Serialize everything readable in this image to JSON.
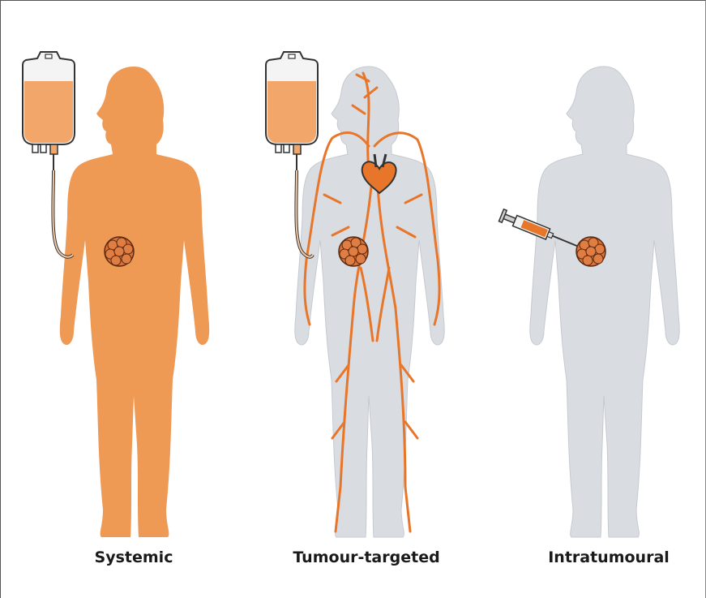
{
  "panels": [
    {
      "id": "systemic",
      "label": "Systemic"
    },
    {
      "id": "tumour-targeted",
      "label": "Tumour-targeted"
    },
    {
      "id": "intratumoural",
      "label": "Intratumoural"
    }
  ],
  "colors": {
    "drug_orange": "#ee9a55",
    "vessel_orange": "#e8762a",
    "body_grey": "#d9dde2",
    "outline": "#333333",
    "tumour": "#d9733a"
  },
  "icons": [
    "iv-bag-icon",
    "heart-icon",
    "tumour-icon",
    "syringe-icon"
  ]
}
